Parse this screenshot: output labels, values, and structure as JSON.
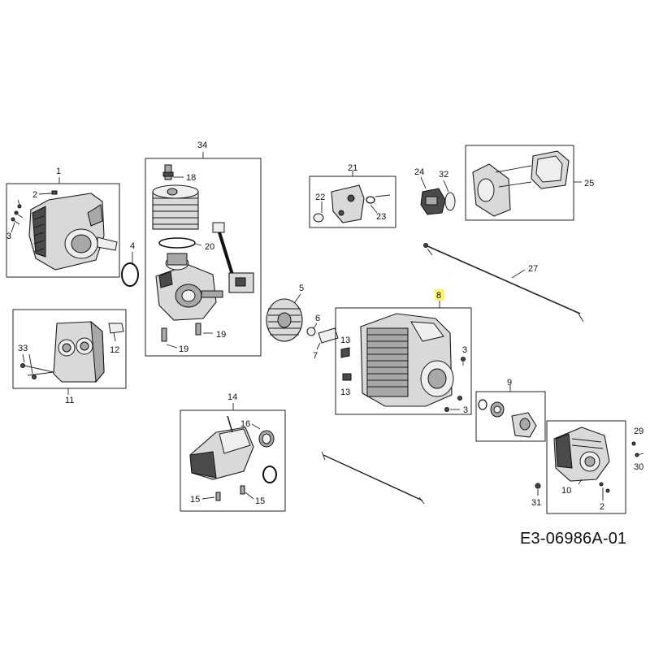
{
  "document_code": "E3-06986A-01",
  "highlighted_part": "8",
  "callouts": {
    "c1": "1",
    "c2a": "2",
    "c3a": "3",
    "c4": "4",
    "c33": "33",
    "c12": "12",
    "c11": "11",
    "c34": "34",
    "c18": "18",
    "c20": "20",
    "c19a": "19",
    "c19b": "19",
    "c21": "21",
    "c22": "22",
    "c23": "23",
    "c24": "24",
    "c32": "32",
    "c25": "25",
    "c27": "27",
    "c5": "5",
    "c6": "6",
    "c7": "7",
    "c8": "8",
    "c13a": "13",
    "c13b": "13",
    "c3b": "3",
    "c3c": "3",
    "c14": "14",
    "c16": "16",
    "c15a": "15",
    "c15b": "15",
    "c9": "9",
    "c29": "29",
    "c30": "30",
    "c10": "10",
    "c31": "31",
    "c2b": "2"
  }
}
